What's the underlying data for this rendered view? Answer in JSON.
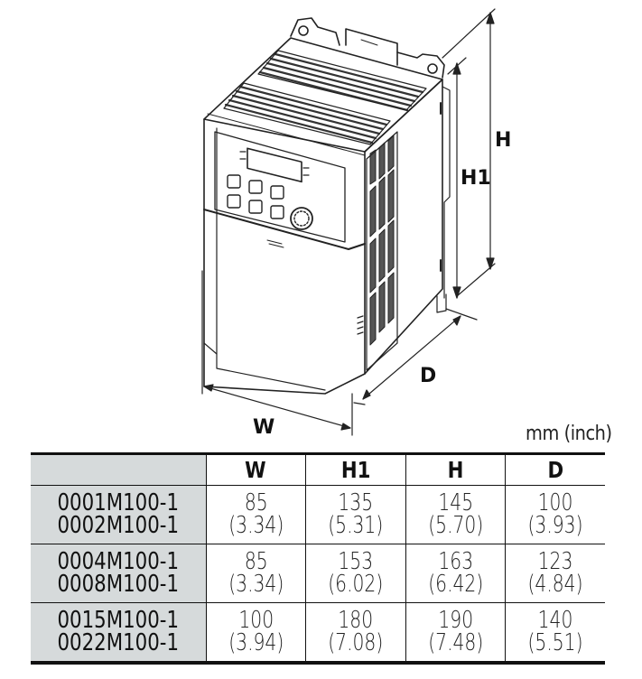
{
  "figure": {
    "dimension_labels": {
      "W": "W",
      "H": "H",
      "H1": "H1",
      "D": "D"
    },
    "units_note": "mm (inch)"
  },
  "table": {
    "headers": [
      "",
      "W",
      "H1",
      "H",
      "D"
    ],
    "rows": [
      {
        "models": [
          "0001M100-1",
          "0002M100-1"
        ],
        "W": {
          "mm": "85",
          "inch": "(3.34)"
        },
        "H1": {
          "mm": "135",
          "inch": "(5.31)"
        },
        "H": {
          "mm": "145",
          "inch": "(5.70)"
        },
        "D": {
          "mm": "100",
          "inch": "(3.93)"
        }
      },
      {
        "models": [
          "0004M100-1",
          "0008M100-1"
        ],
        "W": {
          "mm": "85",
          "inch": "(3.34)"
        },
        "H1": {
          "mm": "153",
          "inch": "(6.02)"
        },
        "H": {
          "mm": "163",
          "inch": "(6.42)"
        },
        "D": {
          "mm": "123",
          "inch": "(4.84)"
        }
      },
      {
        "models": [
          "0015M100-1",
          "0022M100-1"
        ],
        "W": {
          "mm": "100",
          "inch": "(3.94)"
        },
        "H1": {
          "mm": "180",
          "inch": "(7.08)"
        },
        "H": {
          "mm": "190",
          "inch": "(7.48)"
        },
        "D": {
          "mm": "140",
          "inch": "(5.51)"
        }
      }
    ]
  },
  "colors": {
    "line": "#222222",
    "header_fill": "#d6dadb",
    "vent_fill": "#555555"
  }
}
